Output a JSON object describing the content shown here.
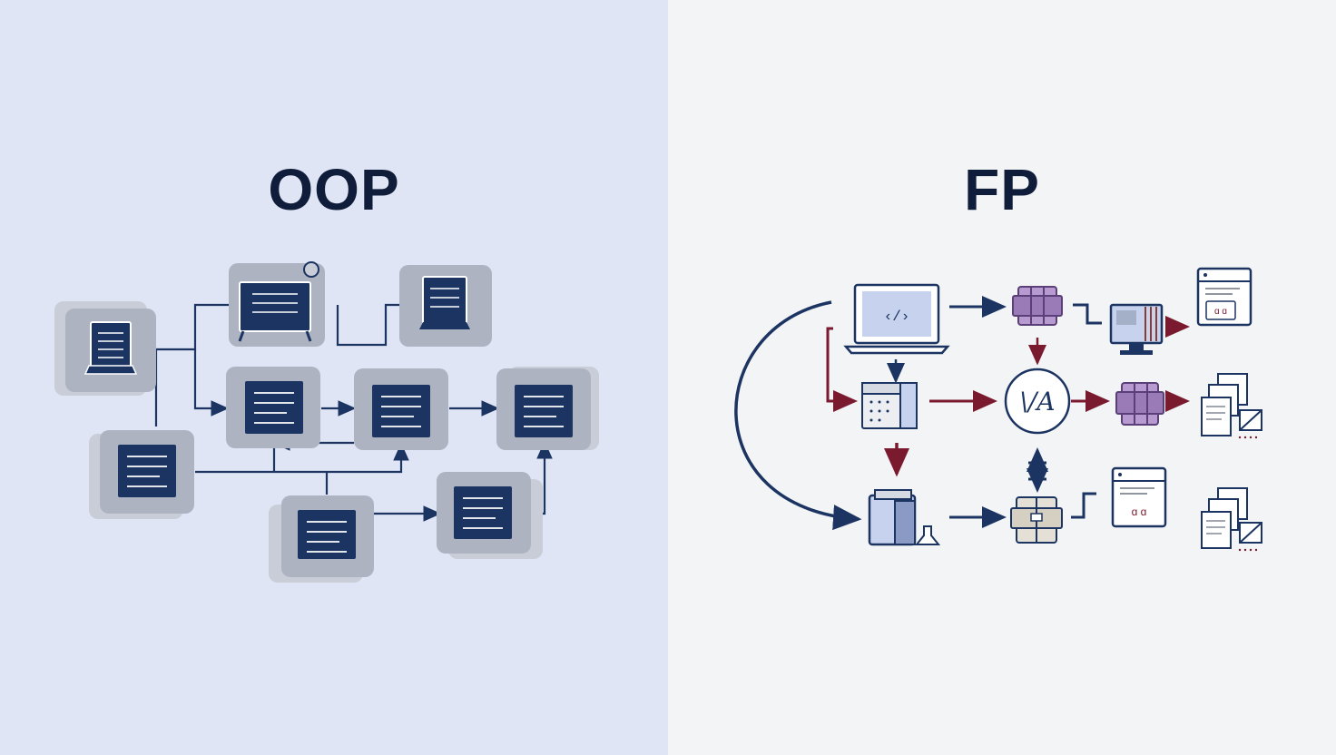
{
  "left": {
    "title": "OOP"
  },
  "right": {
    "title": "FP",
    "lambda_label": "\\/A",
    "code_label": "‹/›"
  },
  "colors": {
    "navy": "#1c3461",
    "dark_red": "#7a1a2e",
    "purple": "#9b7ab8",
    "box_gray": "#aeb3c2"
  }
}
